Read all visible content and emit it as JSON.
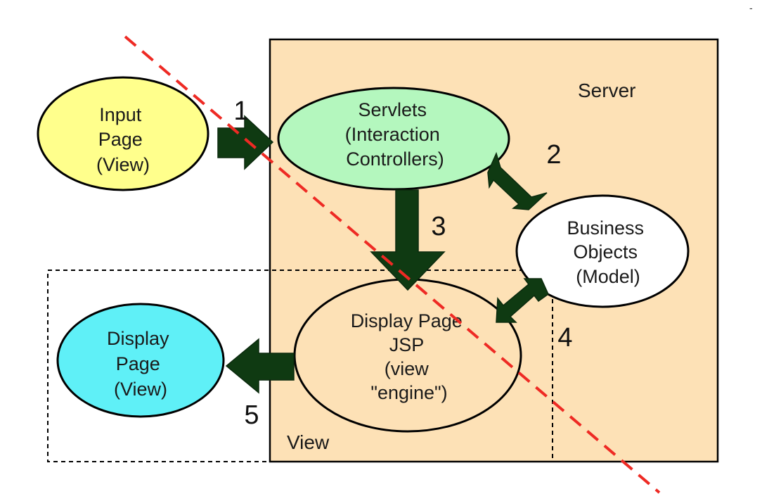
{
  "colors": {
    "background": "#ffffff",
    "server_fill": "#fde1b6",
    "input_page_fill": "#ffff8c",
    "servlets_fill": "#b4f7be",
    "business_fill": "#ffffff",
    "display_jsp_fill": "#fde1b6",
    "display_page_fill": "#5ff0f7",
    "arrow_fill": "#0f3a12",
    "divider_line": "#ee2a24"
  },
  "regions": {
    "server": {
      "label": "Server"
    },
    "view": {
      "label": "View"
    }
  },
  "nodes": {
    "input_page": {
      "lines": [
        "Input",
        "Page",
        "(View)"
      ]
    },
    "servlets": {
      "lines": [
        "Servlets",
        "(Interaction",
        "Controllers)"
      ]
    },
    "business_objects": {
      "lines": [
        "Business",
        "Objects",
        "(Model)"
      ]
    },
    "display_jsp": {
      "lines": [
        "Display Page",
        "JSP",
        "(view",
        "\"engine\")"
      ]
    },
    "display_page": {
      "lines": [
        "Display",
        "Page",
        "(View)"
      ]
    }
  },
  "steps": {
    "s1": "1",
    "s2": "2",
    "s3": "3",
    "s4": "4",
    "s5": "5"
  },
  "corner_mark": "-"
}
